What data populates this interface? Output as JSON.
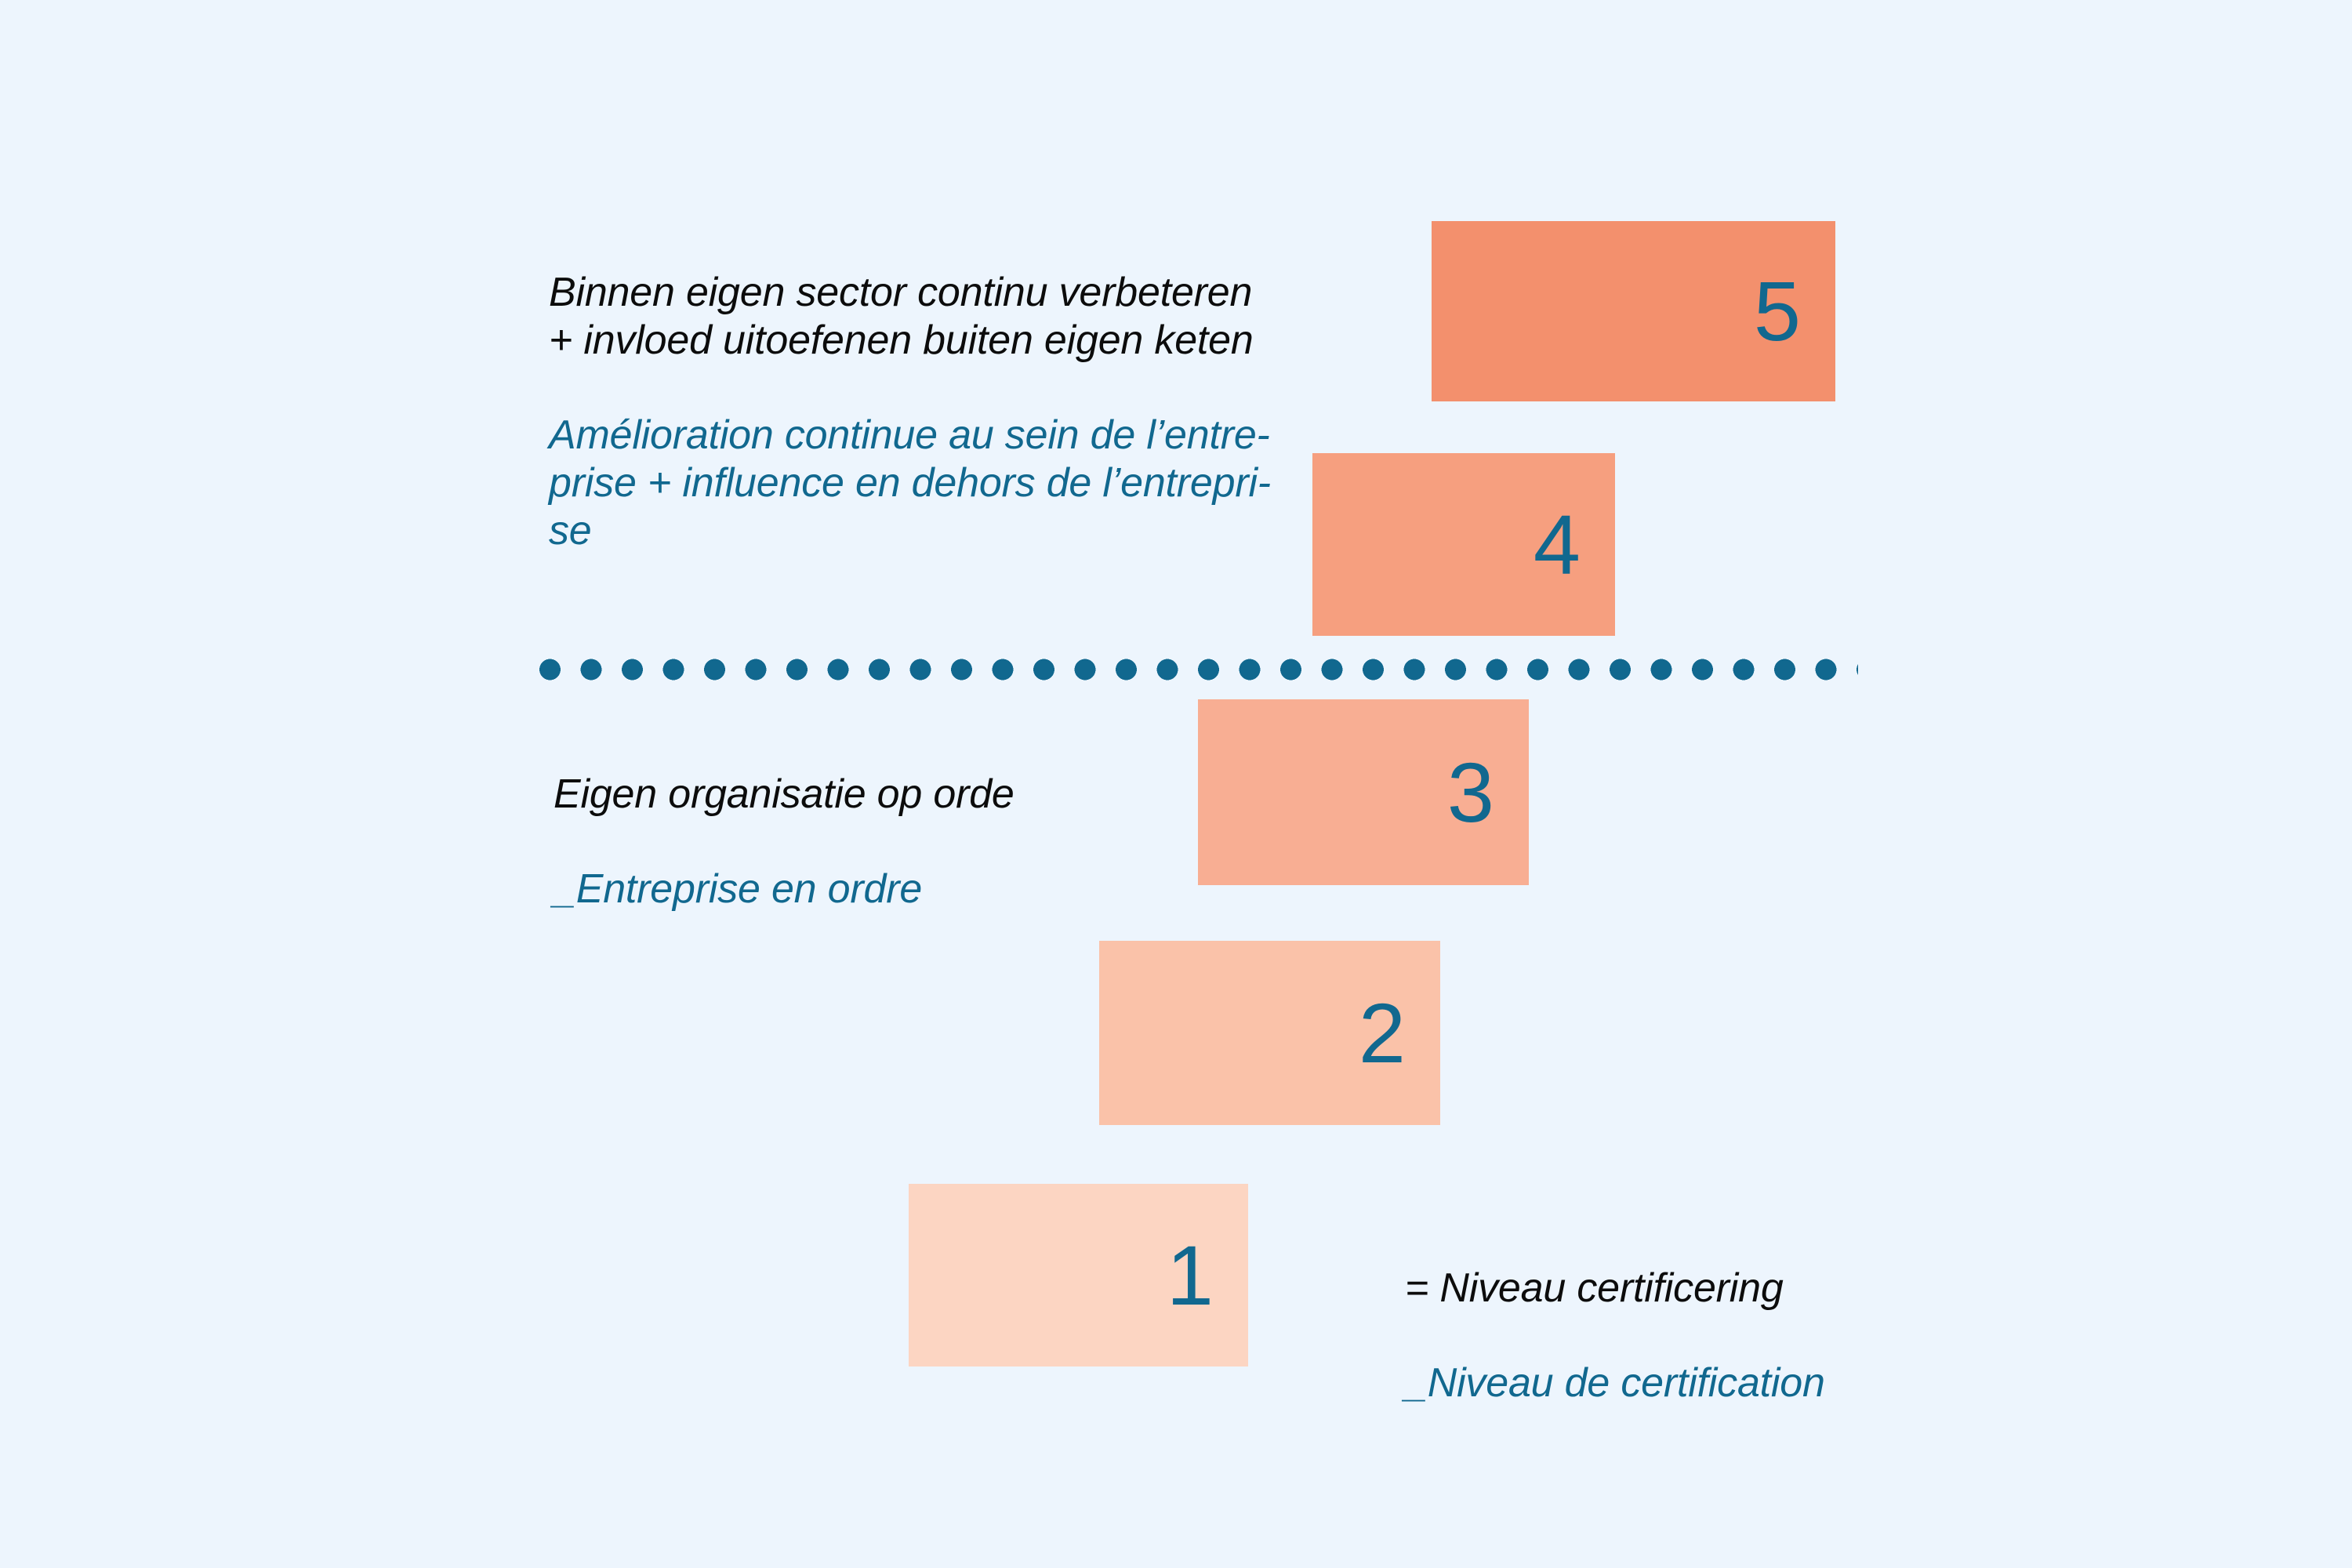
{
  "background_color": "#edf5fd",
  "accent_blue": "#11688f",
  "text_black": "#0c0c0c",
  "labels": {
    "top": {
      "nl": "Binnen eigen sector continu verbeteren\n+ invloed uitoefenen buiten eigen keten",
      "fr": "Amélioration continue au sein de l’entre-\nprise + influence en dehors de l’entrepri-\nse"
    },
    "middle": {
      "nl": "Eigen organisatie op orde",
      "fr": "_Entreprise en ordre"
    },
    "legend": {
      "nl": "= Niveau certificering",
      "fr": "_Niveau de certification"
    }
  },
  "chart_data": {
    "type": "bar",
    "title": "",
    "xlabel": "",
    "ylabel": "",
    "orientation": "horizontal-staircase",
    "grid": false,
    "legend_position": "bottom-right",
    "categories": [
      "1",
      "2",
      "3",
      "4",
      "5"
    ],
    "values": [
      1,
      2,
      3,
      4,
      5
    ],
    "bar_labels": [
      "1",
      "2",
      "3",
      "4",
      "5"
    ],
    "bar_colors": [
      "#fcd5c2",
      "#fac2a9",
      "#f8ae93",
      "#f69f7f",
      "#f3906d"
    ],
    "annotations": [
      {
        "name": "top-group-label",
        "nl": "Binnen eigen sector continu verbeteren + invloed uitoefenen buiten eigen keten",
        "fr": "Amélioration continue au sein de l’entreprise + influence en dehors de l’entreprise",
        "applies_to": [
          "4",
          "5"
        ]
      },
      {
        "name": "middle-group-label",
        "nl": "Eigen organisatie op orde",
        "fr": "_Entreprise en ordre",
        "applies_to": [
          "1",
          "2",
          "3"
        ]
      },
      {
        "name": "certification-legend",
        "nl": "= Niveau certificering",
        "fr": "_Niveau de certification",
        "applies_to": [
          "1"
        ]
      }
    ],
    "divider": {
      "name": "dotted-divider",
      "style": "dotted",
      "color": "#11688f",
      "between": [
        "3",
        "4"
      ]
    }
  }
}
